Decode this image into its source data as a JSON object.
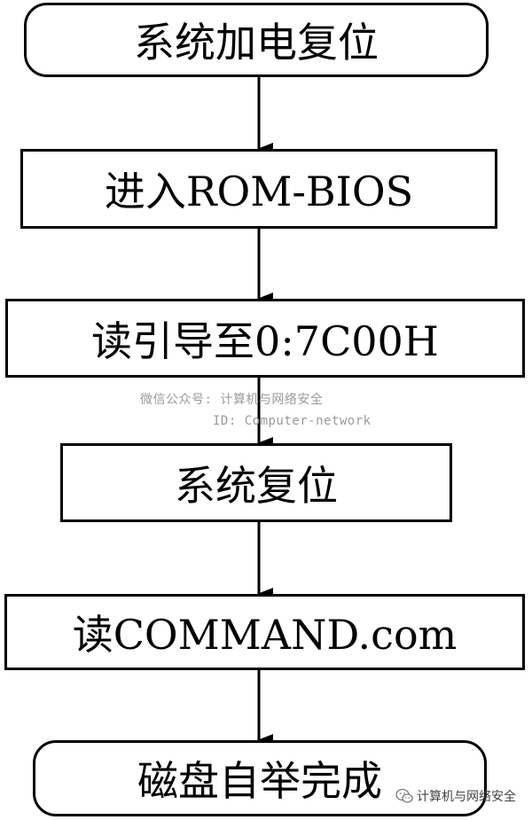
{
  "flowchart": {
    "steps": [
      {
        "id": "n1",
        "label": "系统加电复位",
        "shape": "rounded"
      },
      {
        "id": "n2",
        "label": "进入ROM-BIOS",
        "shape": "rect"
      },
      {
        "id": "n3",
        "label": "读引导至0:7C00H",
        "shape": "rect"
      },
      {
        "id": "n4",
        "label": "系统复位",
        "shape": "rect"
      },
      {
        "id": "n5",
        "label": "读COMMAND.com",
        "shape": "rect"
      },
      {
        "id": "n6",
        "label": "磁盘自举完成",
        "shape": "rounded"
      }
    ],
    "edges": [
      {
        "from": "n1",
        "to": "n2"
      },
      {
        "from": "n2",
        "to": "n3"
      },
      {
        "from": "n3",
        "to": "n4"
      },
      {
        "from": "n4",
        "to": "n5"
      },
      {
        "from": "n5",
        "to": "n6"
      }
    ]
  },
  "watermark": {
    "line1": "微信公众号: 计算机与网络安全",
    "line2": "ID: Computer-network",
    "corner_text": "计算机与网络安全",
    "corner_icon": "wechat-logo-icon"
  },
  "colors": {
    "line": "#000000",
    "watermark_text": "#9a9a9a"
  }
}
